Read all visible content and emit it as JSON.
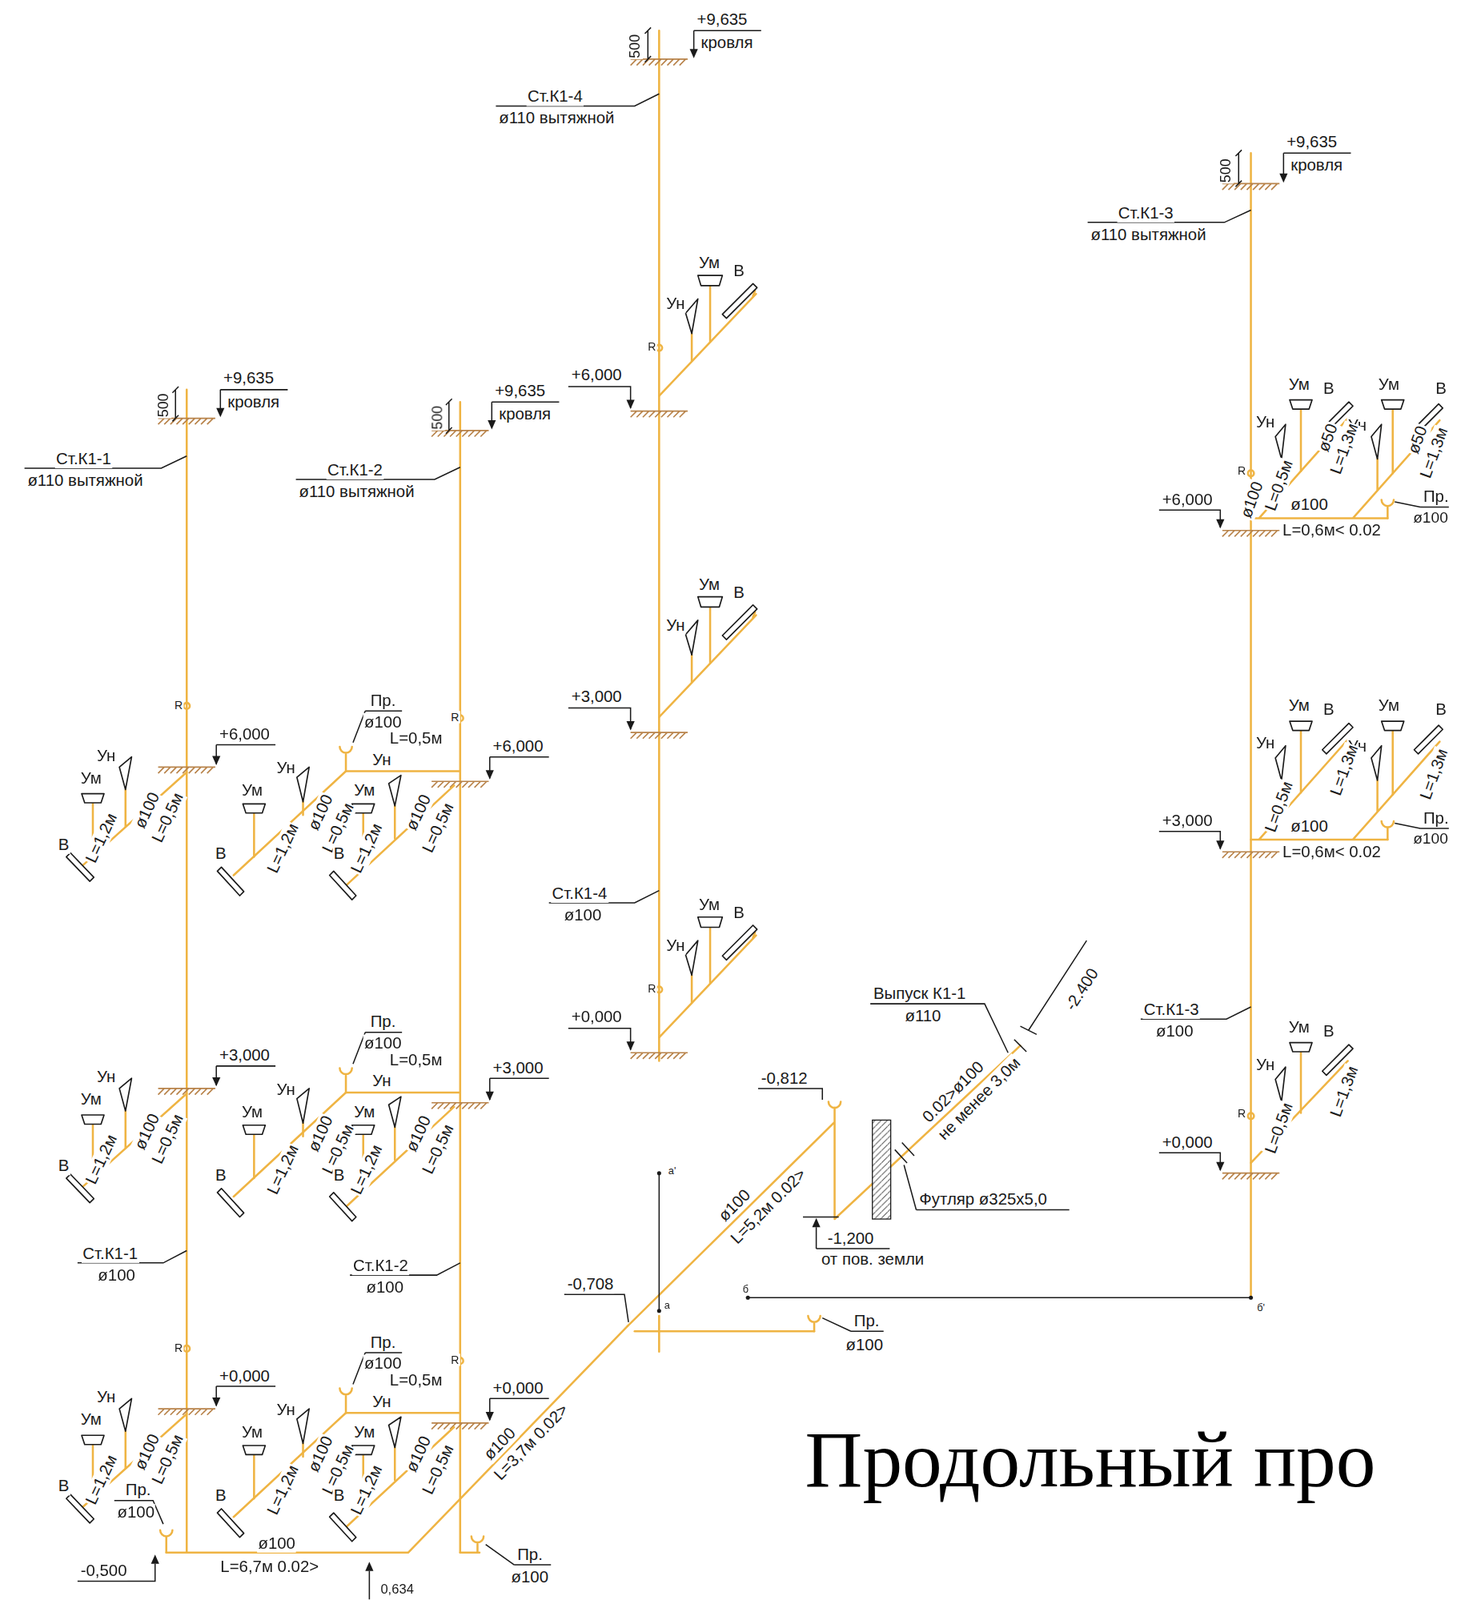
{
  "diagram": {
    "labels": [
      "500",
      "+9,635",
      "кровля",
      "Ст.К1-4",
      "ø110 вытяжной",
      "Ум",
      "В",
      "Ун",
      "R",
      "+6,000",
      "Ум",
      "В",
      "Ун",
      "+3,000",
      "Ст.К1-4",
      "ø100",
      "Ум",
      "В",
      "Ун",
      "R",
      "+0,000",
      "500",
      "+9,635",
      "кровля",
      "Ст.К1-1",
      "ø110 вытяжной",
      "R",
      "+6,000",
      "Ун",
      "Ум",
      "ø100",
      "L=0,5м",
      "В",
      "L=1,2м",
      "+3,000",
      "Ун",
      "Ум",
      "ø100",
      "L=0,5м",
      "В",
      "L=1,2м",
      "+0,000",
      "Ун",
      "Ум",
      "ø100",
      "L=0,5м",
      "В",
      "L=1,2м",
      "500",
      "+9,635",
      "кровля",
      "Ст.К1-2",
      "ø110 вытяжной",
      "R",
      "Пр.",
      "ø100",
      "L=0,5м",
      "Ун",
      "Ум",
      "ø100",
      "L=0,5м",
      "В",
      "L=1,2м",
      "Ун",
      "Ум",
      "ø100",
      "L=0,5м",
      "В",
      "L=1,2м",
      "+6,000",
      "Пр.",
      "ø100",
      "L=0,5м",
      "Ун",
      "Ум",
      "ø100",
      "L=0,5м",
      "В",
      "L=1,2м",
      "Ун",
      "Ум",
      "ø100",
      "L=0,5м",
      "В",
      "L=1,2м",
      "+3,000",
      "Пр.",
      "ø100",
      "L=0,5м",
      "Ун",
      "Ум",
      "ø100",
      "L=0,5м",
      "В",
      "L=1,2м",
      "Ун",
      "Ум",
      "ø100",
      "L=0,5м",
      "В",
      "L=1,2м",
      "+0,000",
      "R",
      "R",
      "Ст.К1-1",
      "ø100",
      "Ст.К1-2",
      "ø100",
      "Пр.",
      "ø100",
      "-0,500",
      "ø100",
      "L=6,7м 0.02>",
      "0,634",
      "Пр.",
      "ø100",
      "ø100",
      "L=3,7м 0.02>",
      "-0,708",
      "ø100",
      "L=5,2м 0.02>",
      "-0,812",
      "Пр.",
      "ø100",
      "а'",
      "а",
      "б",
      "б'",
      "Выпуск К1-1",
      "ø110",
      "0.02>ø100",
      "не менее 3,0м",
      "-2.400",
      "Футляр ø325х5,0",
      "-1,200",
      "от пов. земли",
      "500",
      "+9,635",
      "кровля",
      "Ст.К1-3",
      "ø110 вытяжной",
      "Ум",
      "В",
      "Ум",
      "В",
      "Ун",
      "Ун",
      "ø100",
      "L=0,5м",
      "ø50",
      "L=1,3м",
      "ø50",
      "L=1,3м",
      "ø100",
      "L=0,6м< 0.02",
      "Пр.",
      "ø100",
      "+6,000",
      "R",
      "Ум",
      "В",
      "Ум",
      "В",
      "Ун",
      "Ун",
      "L=0,5м",
      "L=1,3м",
      "L=1,3м",
      "ø100",
      "L=0,6м< 0.02",
      "Пр.",
      "ø100",
      "+3,000",
      "Ст.К1-3",
      "ø100",
      "Ум",
      "В",
      "Ун",
      "R",
      "L=0,5м",
      "L=1,3м",
      "+0,000",
      "Продольный про"
    ]
  }
}
